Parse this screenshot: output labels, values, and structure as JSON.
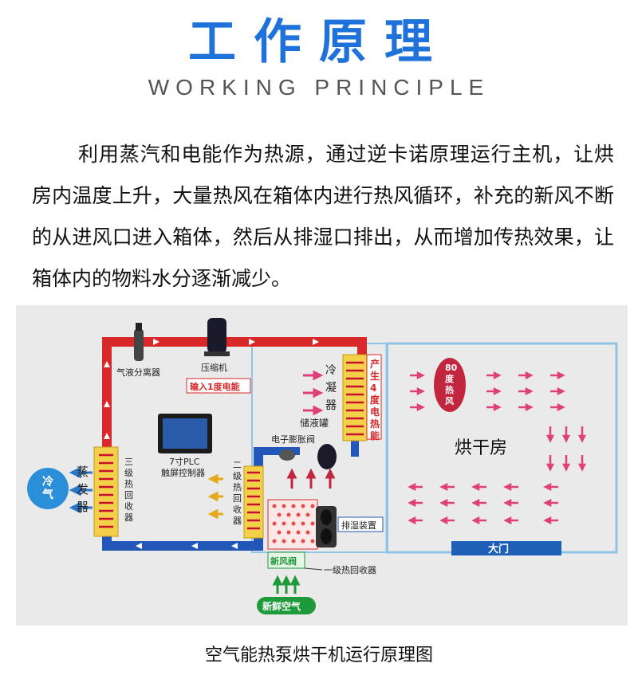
{
  "header": {
    "title": "工作原理",
    "subtitle": "WORKING PRINCIPLE"
  },
  "intro": "利用蒸汽和电能作为热源，通过逆卡诺原理运行主机，让烘房内温度上升，大量热风在箱体内进行热风循环，补充的新风不断的从进风口进入箱体，然后从排湿口排出，从而增加传热效果，让箱体内的物料水分逐渐减少。",
  "diagram": {
    "labels": {
      "gas_liquid_separator": "气液分离器",
      "compressor": "压缩机",
      "power_input": "输入1度电能",
      "condenser": "冷凝器",
      "heat_output": "产生4度电热能",
      "receiver": "储液罐",
      "expansion_valve": "电子膨胀阀",
      "evaporator": "蒸发器",
      "heat_recovery_3": "三级热回收器",
      "plc": "7寸PLC",
      "plc_sub": "触屏控制器",
      "heat_recovery_2": "二级热回收器",
      "cold_air": "冷气",
      "hot_air": "80度热风",
      "drying_room": "烘干房",
      "door": "大门",
      "dehumidify": "排湿装置",
      "fresh_air_valve": "新风阀",
      "heat_recovery_1": "一级热回收器",
      "fresh_air": "新鲜空气"
    },
    "colors": {
      "hot_pipe": "#d8282a",
      "cold_pipe": "#2256b8",
      "room_border": "#8fc4e4",
      "pink_arrow": "#e0407a",
      "yellow_arrow": "#e6a81c",
      "blue_arrow": "#2a78c8",
      "green": "#1f9a3a",
      "coil": "#e0b020"
    }
  },
  "caption": "空气能热泵烘干机运行原理图"
}
